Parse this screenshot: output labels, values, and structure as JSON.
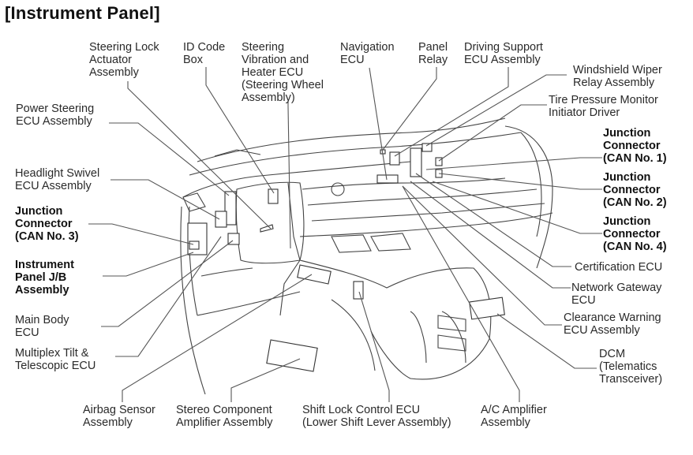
{
  "title": "[Instrument Panel]",
  "labels": {
    "steering_lock": "Steering Lock\nActuator\nAssembly",
    "id_code_box": "ID Code\nBox",
    "steering_vibration": "Steering\nVibration and\nHeater ECU\n(Steering Wheel\nAssembly)",
    "navigation_ecu": "Navigation\nECU",
    "panel_relay": "Panel\nRelay",
    "driving_support": "Driving Support\nECU Assembly",
    "windshield_wiper": "Windshield Wiper\nRelay Assembly",
    "tire_pressure": "Tire Pressure Monitor\nInitiator Driver",
    "power_steering": "Power Steering\nECU Assembly",
    "headlight_swivel": "Headlight Swivel\nECU Assembly",
    "junction_can3": "Junction\nConnector\n(CAN No. 3)",
    "instrument_panel_jb": "Instrument\nPanel J/B\nAssembly",
    "main_body_ecu": "Main Body\nECU",
    "multiplex_tilt": "Multiplex Tilt &\nTelescopic ECU",
    "junction_can1": "Junction\nConnector\n(CAN No. 1)",
    "junction_can2": "Junction\nConnector\n(CAN No. 2)",
    "junction_can4": "Junction\nConnector\n(CAN No. 4)",
    "certification_ecu": "Certification ECU",
    "network_gateway": "Network Gateway\nECU",
    "clearance_warning": "Clearance Warning\nECU Assembly",
    "dcm": "DCM\n(Telematics\nTransceiver)",
    "airbag_sensor": "Airbag Sensor\nAssembly",
    "stereo_amplifier": "Stereo Component\nAmplifier Assembly",
    "shift_lock": "Shift Lock Control ECU\n(Lower Shift Lever Assembly)",
    "ac_amplifier": "A/C Amplifier\nAssembly"
  }
}
